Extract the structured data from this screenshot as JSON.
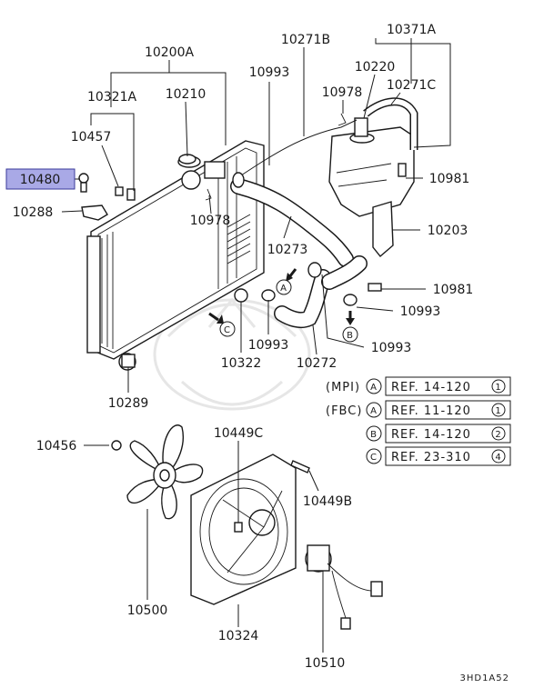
{
  "highlight_color": "#a9a9e6",
  "labels": {
    "p10200A": "10200A",
    "p10321A": "10321A",
    "p10210": "10210",
    "p10457": "10457",
    "p10480": "10480",
    "p10288": "10288",
    "p10271B": "10271B",
    "p10993_top": "10993",
    "p10371A": "10371A",
    "p10220": "10220",
    "p10978_top": "10978",
    "p10271C": "10271C",
    "p10981_top": "10981",
    "p10978_mid": "10978",
    "p10203": "10203",
    "p10273": "10273",
    "p10981_mid": "10981",
    "p10993_r1": "10993",
    "p10993_left": "10993",
    "p10993_r2": "10993",
    "p10322": "10322",
    "p10272": "10272",
    "p10289": "10289",
    "p10456": "10456",
    "p10449C": "10449C",
    "p10449B": "10449B",
    "p10500": "10500",
    "p10324": "10324",
    "p10510": "10510"
  },
  "markers": {
    "a1": "A",
    "b1": "B",
    "c1": "C"
  },
  "references": [
    {
      "prefix": "(MPI)",
      "circle": "A",
      "text": "REF. 14-120",
      "num": "1"
    },
    {
      "prefix": "(FBC)",
      "circle": "A",
      "text": "REF. 11-120",
      "num": "1"
    },
    {
      "prefix": "",
      "circle": "B",
      "text": "REF. 14-120",
      "num": "2"
    },
    {
      "prefix": "",
      "circle": "C",
      "text": "REF. 23-310",
      "num": "4"
    }
  ],
  "diagram_code": "3HD1A52"
}
